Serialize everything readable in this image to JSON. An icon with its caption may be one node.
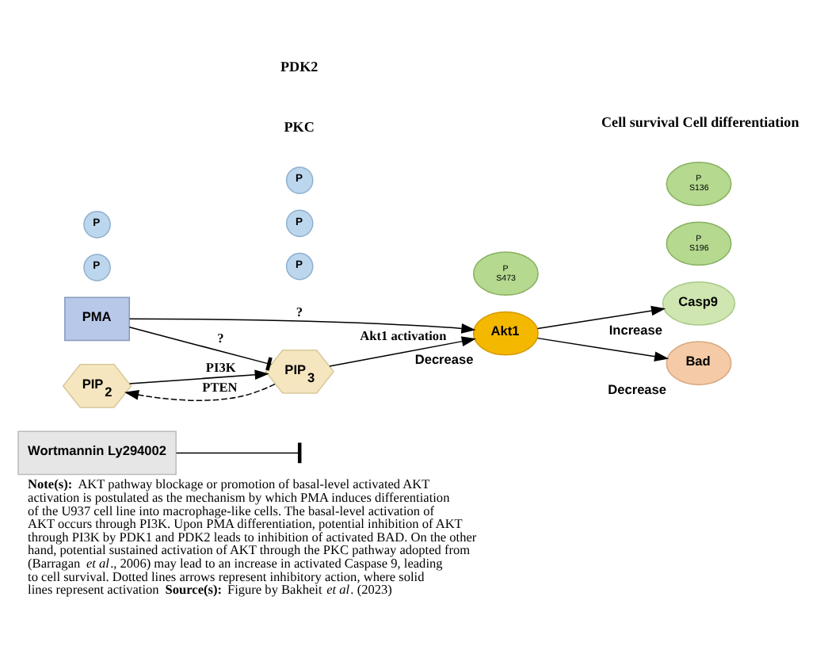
{
  "diagram": {
    "caption": "**Note(s):** AKT pathway blockage or promotion of basal-level activated AKT activation is postulated as the mechanism by which PMA induces differentiation of the U937 cell line into macrophage-like cells. The basal-level activation of AKT occurs through PI3K. Upon PMA differentiation, potential inhibition of AKT through PI3K by PDK1 and PDK2 leads to inhibition of activated BAD. On the other hand, potential sustained activation of AKT through the PKC pathway adopted from (Barragan *et al*., 2006) may lead to an increase in activated Caspase 9, leading to cell survival. Dotted lines arrows represent inhibitory action, where solid lines represent activation **Source(s):** Figure by Bakheit *et al*. (2023)",
    "nodes": [
      {
        "text": [
          "Wortmannin Ly294002"
        ]
      },
      {
        "text": [
          "PMA"
        ]
      },
      {
        "text": [
          "PIP$_{2}$"
        ]
      },
      {
        "text": [
          "P"
        ]
      },
      {
        "text": [
          "P"
        ]
      },
      {
        "text": [
          "PIP$_{3}$"
        ]
      },
      {
        "text": [
          "P"
        ]
      },
      {
        "text": [
          "P"
        ]
      },
      {
        "text": [
          "P"
        ]
      },
      {
        "text": [
          "Akt1"
        ],
        "beside": [
          "Decrease"
        ]
      },
      {
        "text": [
          "P S473"
        ]
      },
      {
        "text": [
          "Casp9"
        ],
        "beside": [
          "Increase"
        ]
      },
      {
        "text": [
          "P S196"
        ]
      },
      {
        "text": [
          "Bad"
        ],
        "beside": [
          "Decrease"
        ]
      },
      {
        "text": [
          "P S136"
        ]
      }
    ],
    "edges": [
      {
        "from": 0,
        "to": null,
        "arrow": "other"
      },
      {
        "from": 1,
        "to": 5,
        "arrow": "other",
        "label": "?"
      },
      {
        "from": 1,
        "to": 9,
        "arrow": "to",
        "label": "?"
      },
      {
        "from": 2,
        "to": 5,
        "arrow": "to",
        "label": "PI3K"
      },
      {
        "from": 5,
        "to": 2,
        "arrow": "to",
        "label": "PTEN",
        "style": "dashed"
      },
      {
        "from": 5,
        "to": 9,
        "arrow": "to",
        "label": "Akt1 activation"
      },
      {
        "from": 9,
        "to": 11,
        "arrow": "to"
      },
      {
        "from": 9,
        "to": 13,
        "arrow": "to"
      }
    ],
    "labels": [
      "PKC",
      "PDK2",
      "Cell survival Cell differentiation"
    ]
  }
}
